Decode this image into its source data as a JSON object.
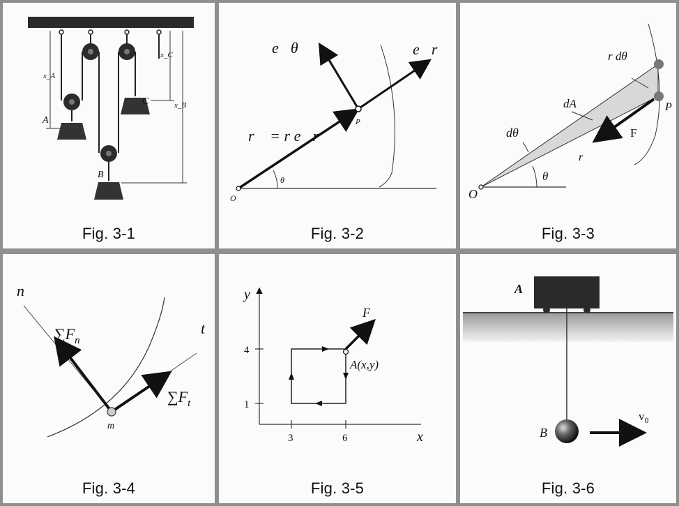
{
  "figures": [
    {
      "caption": "Fig. 3-1",
      "labels": {
        "xA": "x_A",
        "xC": "x_C",
        "xB": "x_B",
        "A": "A",
        "B": "B",
        "C": "C"
      }
    },
    {
      "caption": "Fig. 3-2",
      "labels": {
        "e_theta": "e⃗θ",
        "e_r": "e⃗r",
        "r_eq": "r⃗ = r e⃗r",
        "P": "P",
        "theta": "θ",
        "O": "O"
      }
    },
    {
      "caption": "Fig. 3-3",
      "labels": {
        "r_dtheta": "r dθ",
        "dA": "dA",
        "dtheta": "dθ",
        "P": "P",
        "F": "F",
        "r": "r",
        "theta": "θ",
        "O": "O"
      }
    },
    {
      "caption": "Fig. 3-4",
      "labels": {
        "n": "n",
        "t": "t",
        "sum_Fn": "∑F",
        "sum_Fn_sub": "n",
        "sum_Ft": "∑F",
        "sum_Ft_sub": "t",
        "m": "m"
      }
    },
    {
      "caption": "Fig. 3-5",
      "labels": {
        "y": "y",
        "x": "x",
        "F": "F⃗",
        "A": "A(x,y)",
        "tick_4": "4",
        "tick_1": "1",
        "tick_3": "3",
        "tick_6": "6"
      }
    },
    {
      "caption": "Fig. 3-6",
      "labels": {
        "A": "A",
        "B": "B",
        "v0": "v",
        "v0_sub": "0"
      }
    }
  ]
}
